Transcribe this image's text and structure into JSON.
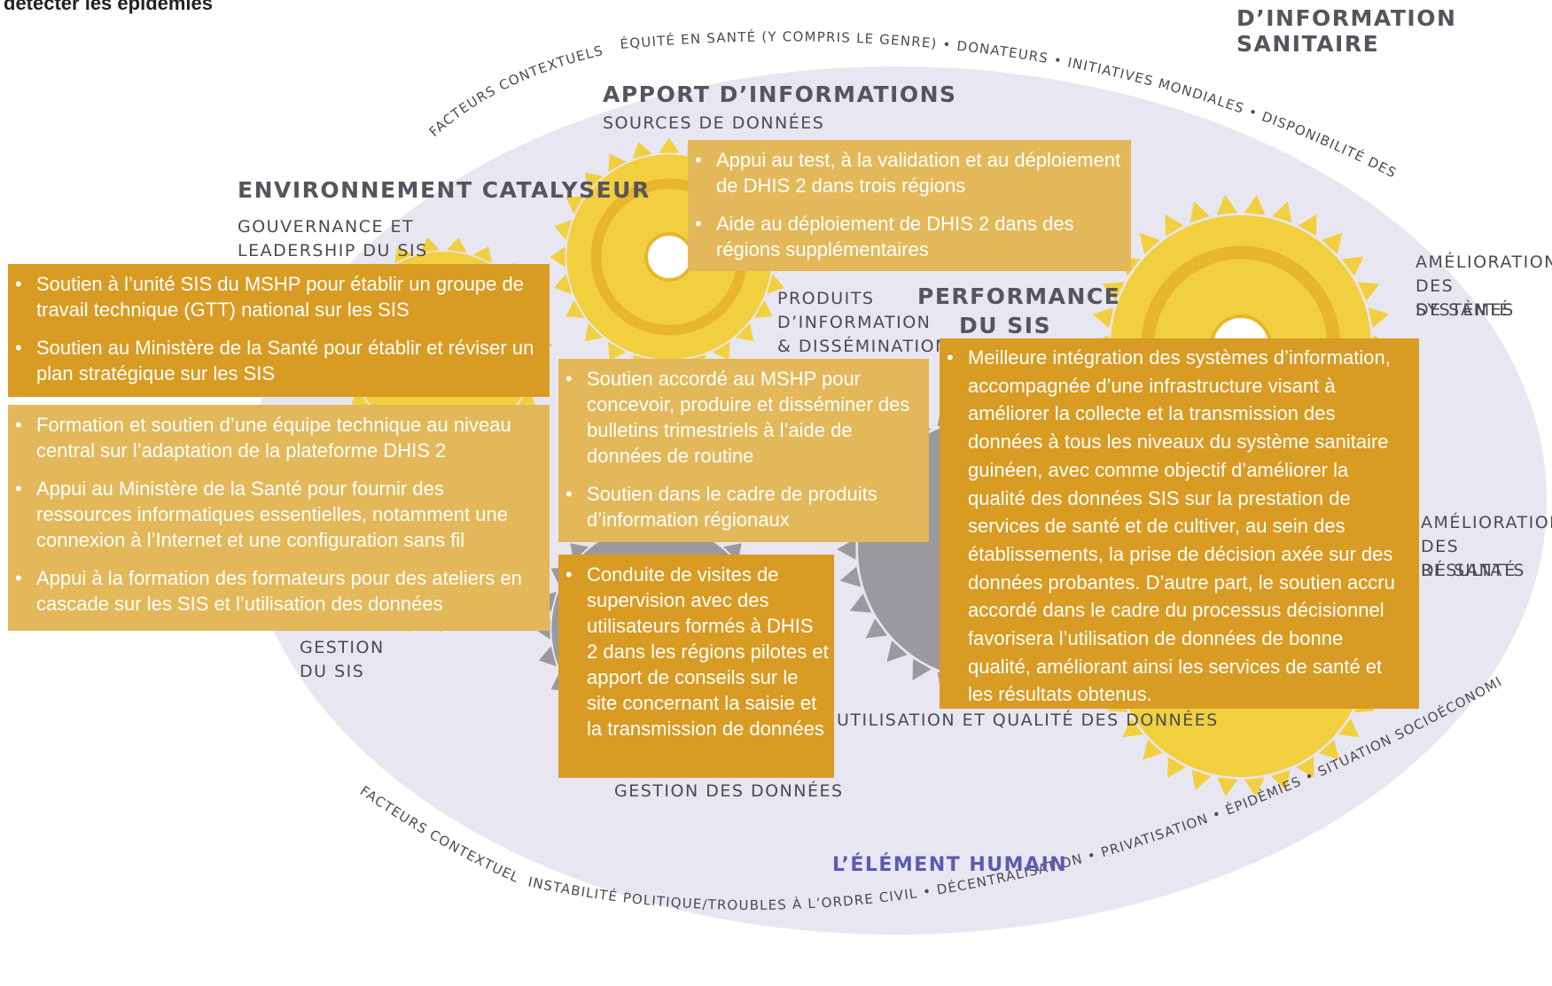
{
  "header": {
    "top_left": "détecter les épidémies",
    "top_right": "D’INFORMATION SANITAIRE"
  },
  "arcs": {
    "top": "ÉQUITÉ EN SANTÉ (Y COMPRIS LE GENRE) • DONATEURS • INITIATIVES MONDIALES • DISPONIBILITÉ DES SERVICES PUBLICS",
    "upper_left": "FACTEURS CONTEXTUELS",
    "lower_left": "FACTEURS CONTEXTUELS",
    "bottom": "INSTABILITÉ POLITIQUE/TROUBLES À L’ORDRE CIVIL • DÉCENTRALISATION • PRIVATISATION • ÉPIDÉMIES • SITUATION SOCIOÉCONOMIQUE • CATASTROPHES NATURELLES"
  },
  "labels": {
    "apport_title": "APPORT D’INFORMATIONS",
    "apport_sub": "SOURCES DE DONNÉES",
    "env_title": "ENVIRONNEMENT CATALYSEUR",
    "gouv_l1": "GOUVERNANCE ET",
    "gouv_l2": "LEADERSHIP DU SIS",
    "produits_l1": "PRODUITS",
    "produits_l2": "D’INFORMATION",
    "produits_l3": "& DISSÉMINATION",
    "perf_l1": "PERFORMANCE",
    "perf_l2": "DU SIS",
    "amel_sys_l1": "AMÉLIORATION",
    "amel_sys_l2": "DES SYSTÈMES",
    "amel_sys_l3": "DE SANTÉ",
    "amel_res_l1": "AMÉLIORATION",
    "amel_res_l2": "DES RÉSULTATS",
    "amel_res_l3": "DE SANTÉ",
    "gestion_sis_l1": "GESTION",
    "gestion_sis_l2": "DU SIS",
    "utilisation": "UTILISATION ET QUALITÉ DES DONNÉES",
    "gestion_donnees": "GESTION DES DONNÉES",
    "element_humain": "L’ÉLÉMENT HUMAIN"
  },
  "boxes": {
    "sources": [
      "Appui au test, à la validation et au déploiement de DHIS 2 dans trois régions",
      "Aide au déploiement de DHIS 2 dans des régions supplémentaires"
    ],
    "gouvernance": [
      "Soutien à l’unité SIS du MSHP pour établir un groupe de travail technique (GTT) national sur les SIS",
      "Soutien au Ministère de la Santé pour établir et réviser un plan stratégique sur les SIS"
    ],
    "gestion_sis": [
      "Formation et soutien d’une équipe technique au niveau central sur l’adaptation de la plateforme DHIS 2",
      "Appui au Ministère de la Santé pour fournir des ressources informatiques essentielles, notamment une connexion à l’Internet et une configuration sans fil",
      "Appui à la formation des formateurs pour des ateliers en cascade sur les SIS et l’utilisation des données"
    ],
    "produits": [
      "Soutien accordé au MSHP pour concevoir, produire et disséminer des bulletins trimestriels à l’aide de données de routine",
      "Soutien dans le cadre de produits d’information régionaux"
    ],
    "gestion_donnees": [
      "Conduite de visites de supervision avec des utilisateurs formés à DHIS 2 dans les régions pilotes et apport de conseils sur le site concernant la saisie et la transmission de données"
    ],
    "performance": [
      "Meilleure intégration des systèmes d’information, accompagnée d’une infrastructure visant à améliorer la collecte et la transmission des données à tous les niveaux du système sanitaire guinéen, avec comme objectif d’améliorer la qualité des données SIS sur la prestation de services de santé et de cultiver, au sein des établissements, la prise de décision axée sur des données probantes. D’autre part, le soutien accru accordé dans le cadre du processus décisionnel favorisera l’utilisation de données de bonne qualité, améliorant ainsi les services de santé et les résultats obtenus."
    ]
  },
  "colors": {
    "ellipse": "#e8e6f0",
    "box_dark": "#d89b23",
    "box_light": "#e2b85a",
    "gear_yellow": "#f2cf3e",
    "gear_grey": "#9a9a9e",
    "human": "#5b5bb0"
  }
}
